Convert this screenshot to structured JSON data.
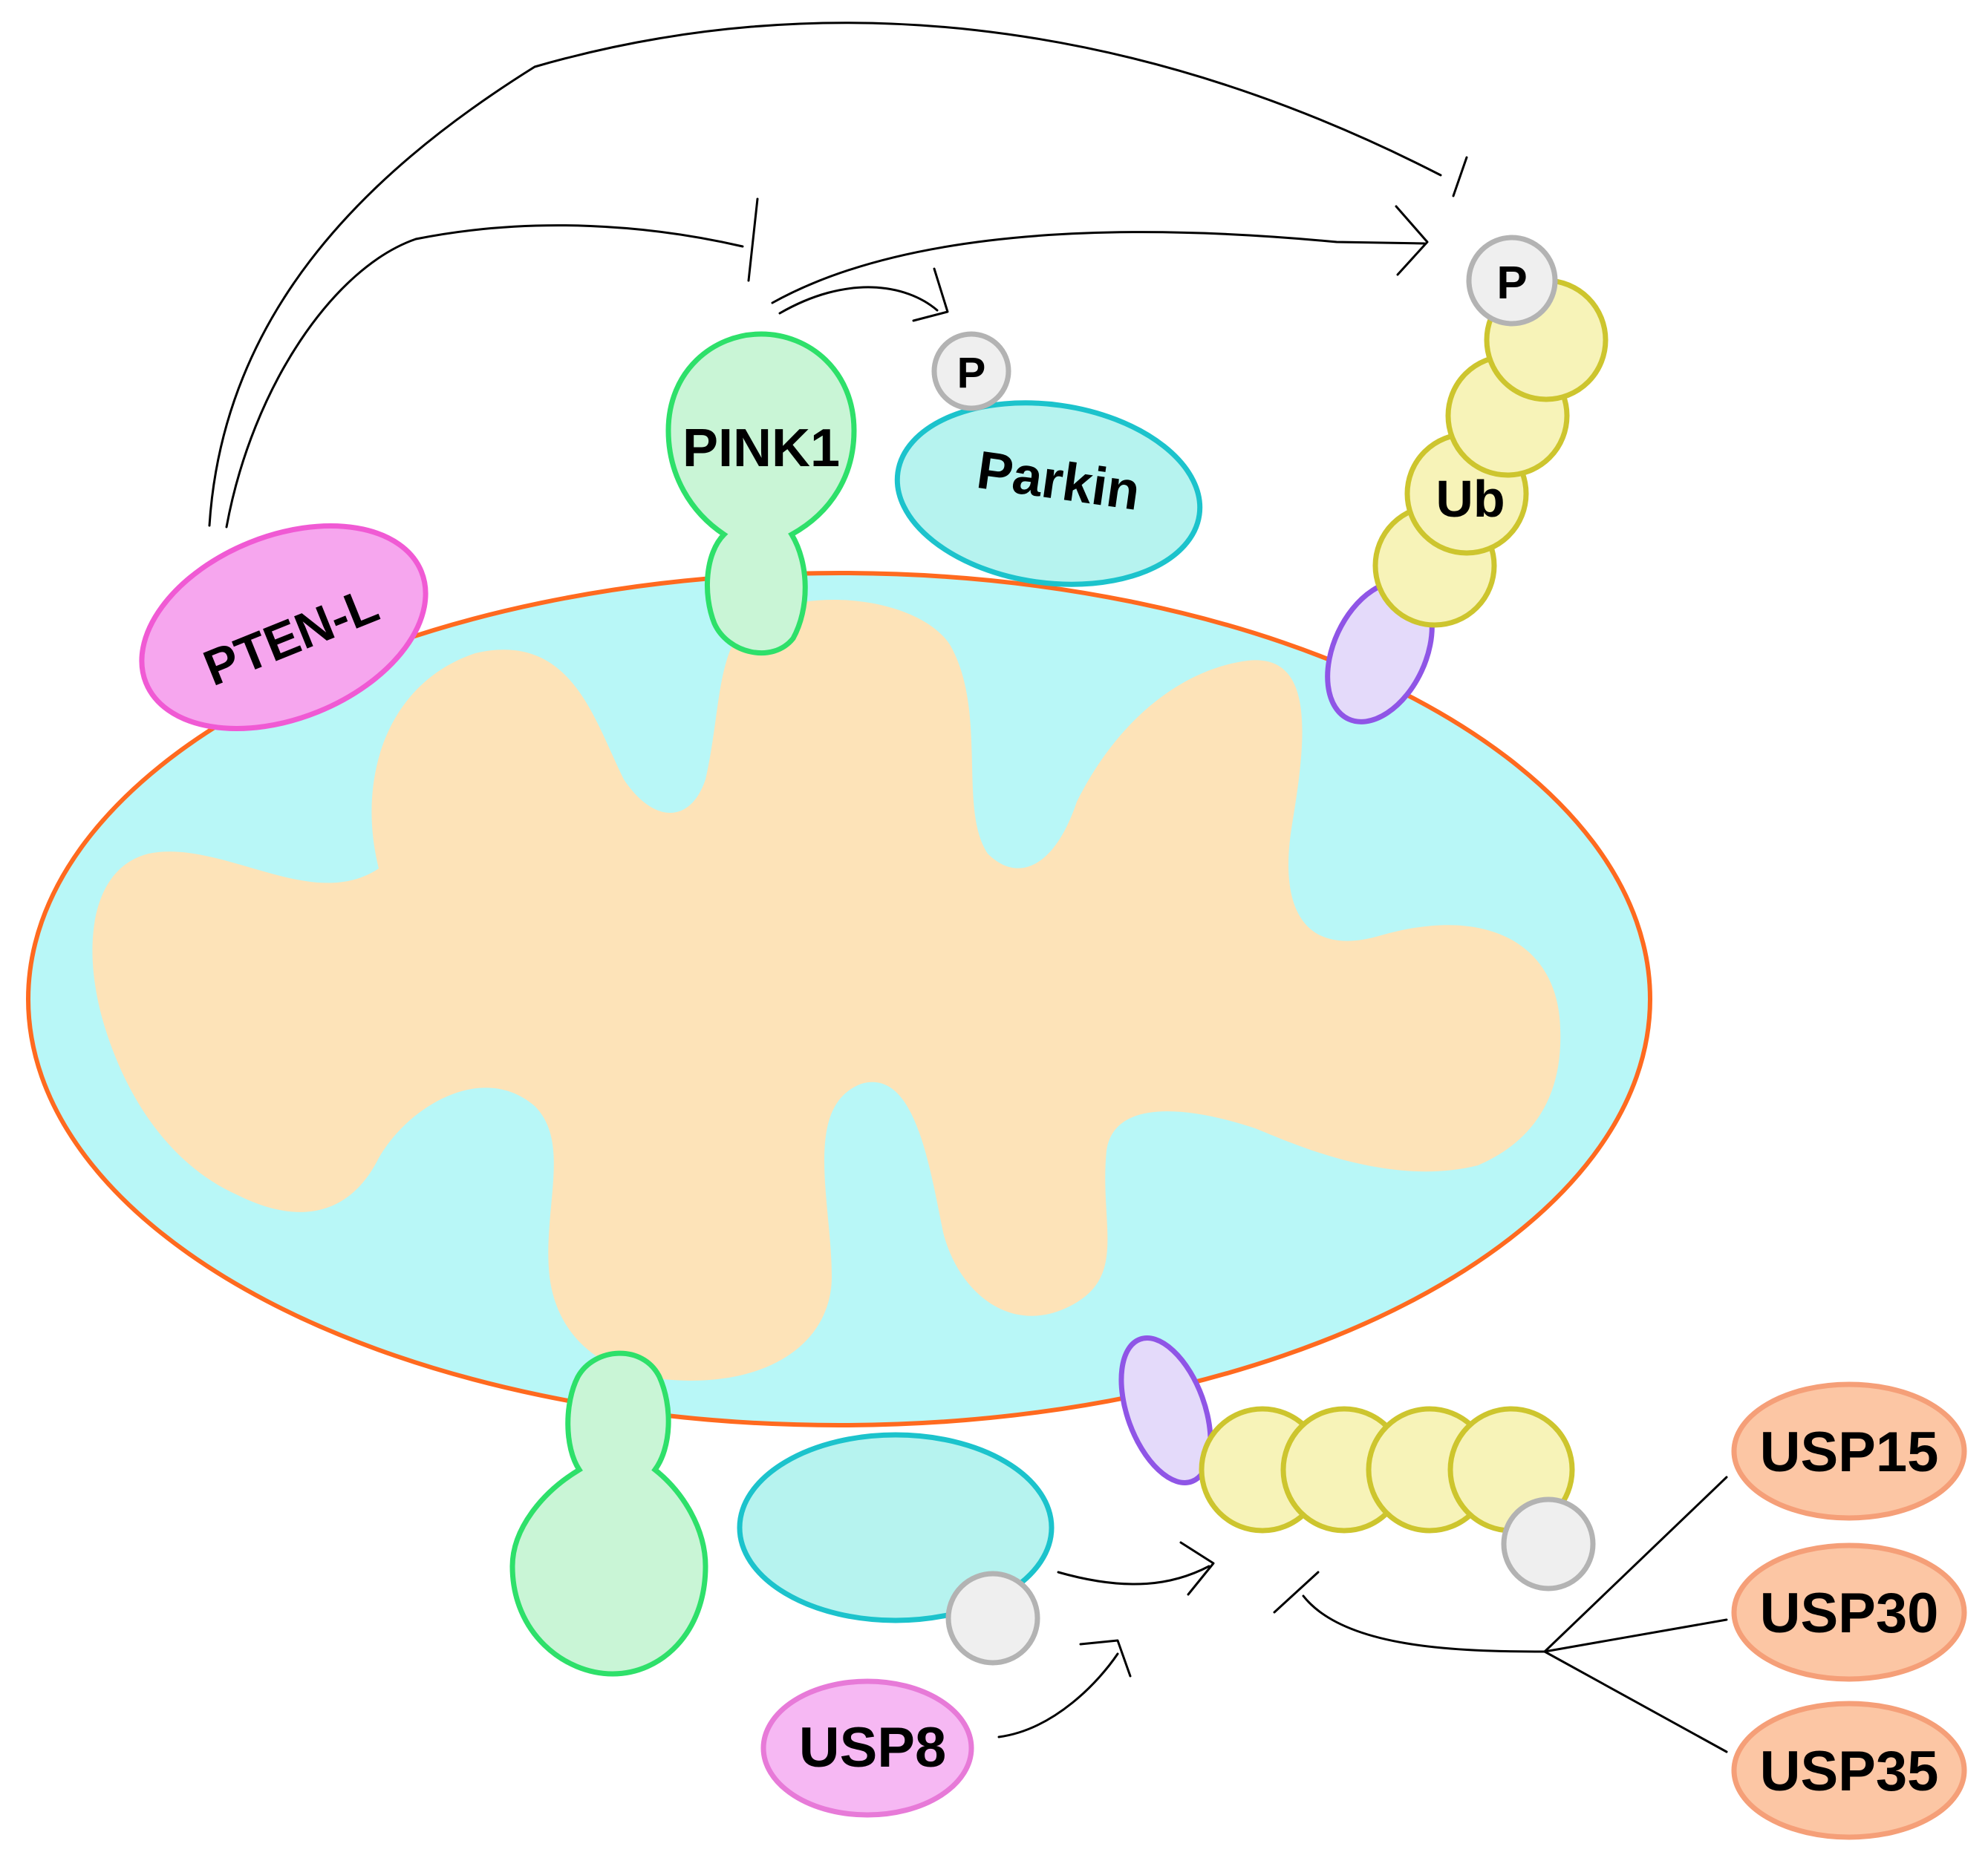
{
  "labels": {
    "pten_l": "PTEN-L",
    "pink1": "PINK1",
    "parkin": "Parkin",
    "phospho_parkin": "P",
    "phospho_ub": "P",
    "ub": "Ub",
    "usp8": "USP8",
    "usp15": "USP15",
    "usp30": "USP30",
    "usp35": "USP35"
  },
  "colors": {
    "outer_membrane": "#ff6a1f",
    "intermembrane_space": "#b8f7f7",
    "matrix": "#fde3b8",
    "pten_l_fill": "#f6a6ee",
    "pten_l_stroke": "#f05ad4",
    "pink1_fill": "#c9f5d6",
    "pink1_stroke": "#2ee06a",
    "parkin_fill": "#b6f3ef",
    "parkin_stroke": "#1cc3cc",
    "ub_fill": "#f7f3b8",
    "ub_stroke": "#cdc52e",
    "receptor_fill": "#e4dafa",
    "receptor_stroke": "#8f55e6",
    "phosphate_fill": "#efefef",
    "phosphate_stroke": "#b3b3b3",
    "usp8_fill": "#f6b8f3",
    "usp8_stroke": "#e77ad8",
    "usp_group_fill": "#fcc6a4",
    "usp_group_stroke": "#f59f78"
  }
}
